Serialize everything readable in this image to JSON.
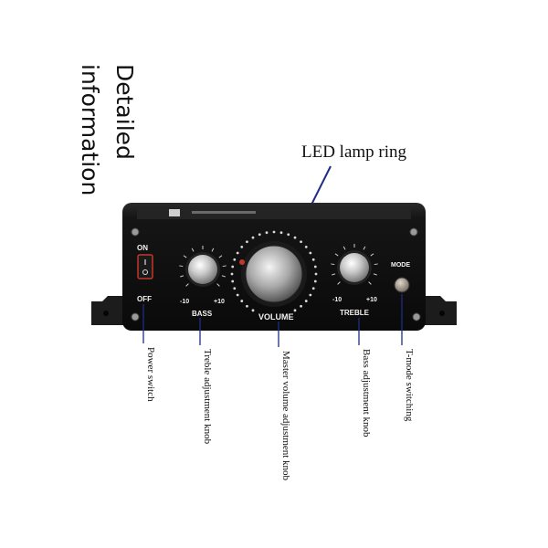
{
  "heading": {
    "line1": "Detailed",
    "line2": "information"
  },
  "callout_top": "LED lamp ring",
  "panel": {
    "on": "ON",
    "off": "OFF",
    "bass": "BASS",
    "treble": "TREBLE",
    "volume": "VOLUME",
    "mode": "MODE",
    "min": "-10",
    "max": "+10"
  },
  "callouts": [
    {
      "label": "Power switch"
    },
    {
      "label": "Treble adjustment knob"
    },
    {
      "label": "Master volume adjustment knob"
    },
    {
      "label": "Bass adjustment knob"
    },
    {
      "label": "T-mode switching"
    }
  ],
  "colors": {
    "body": "#121212",
    "bracket": "#1c1c1c",
    "pointer": "#1d2c86",
    "text": "#111111",
    "led": "#d8d8d8"
  }
}
